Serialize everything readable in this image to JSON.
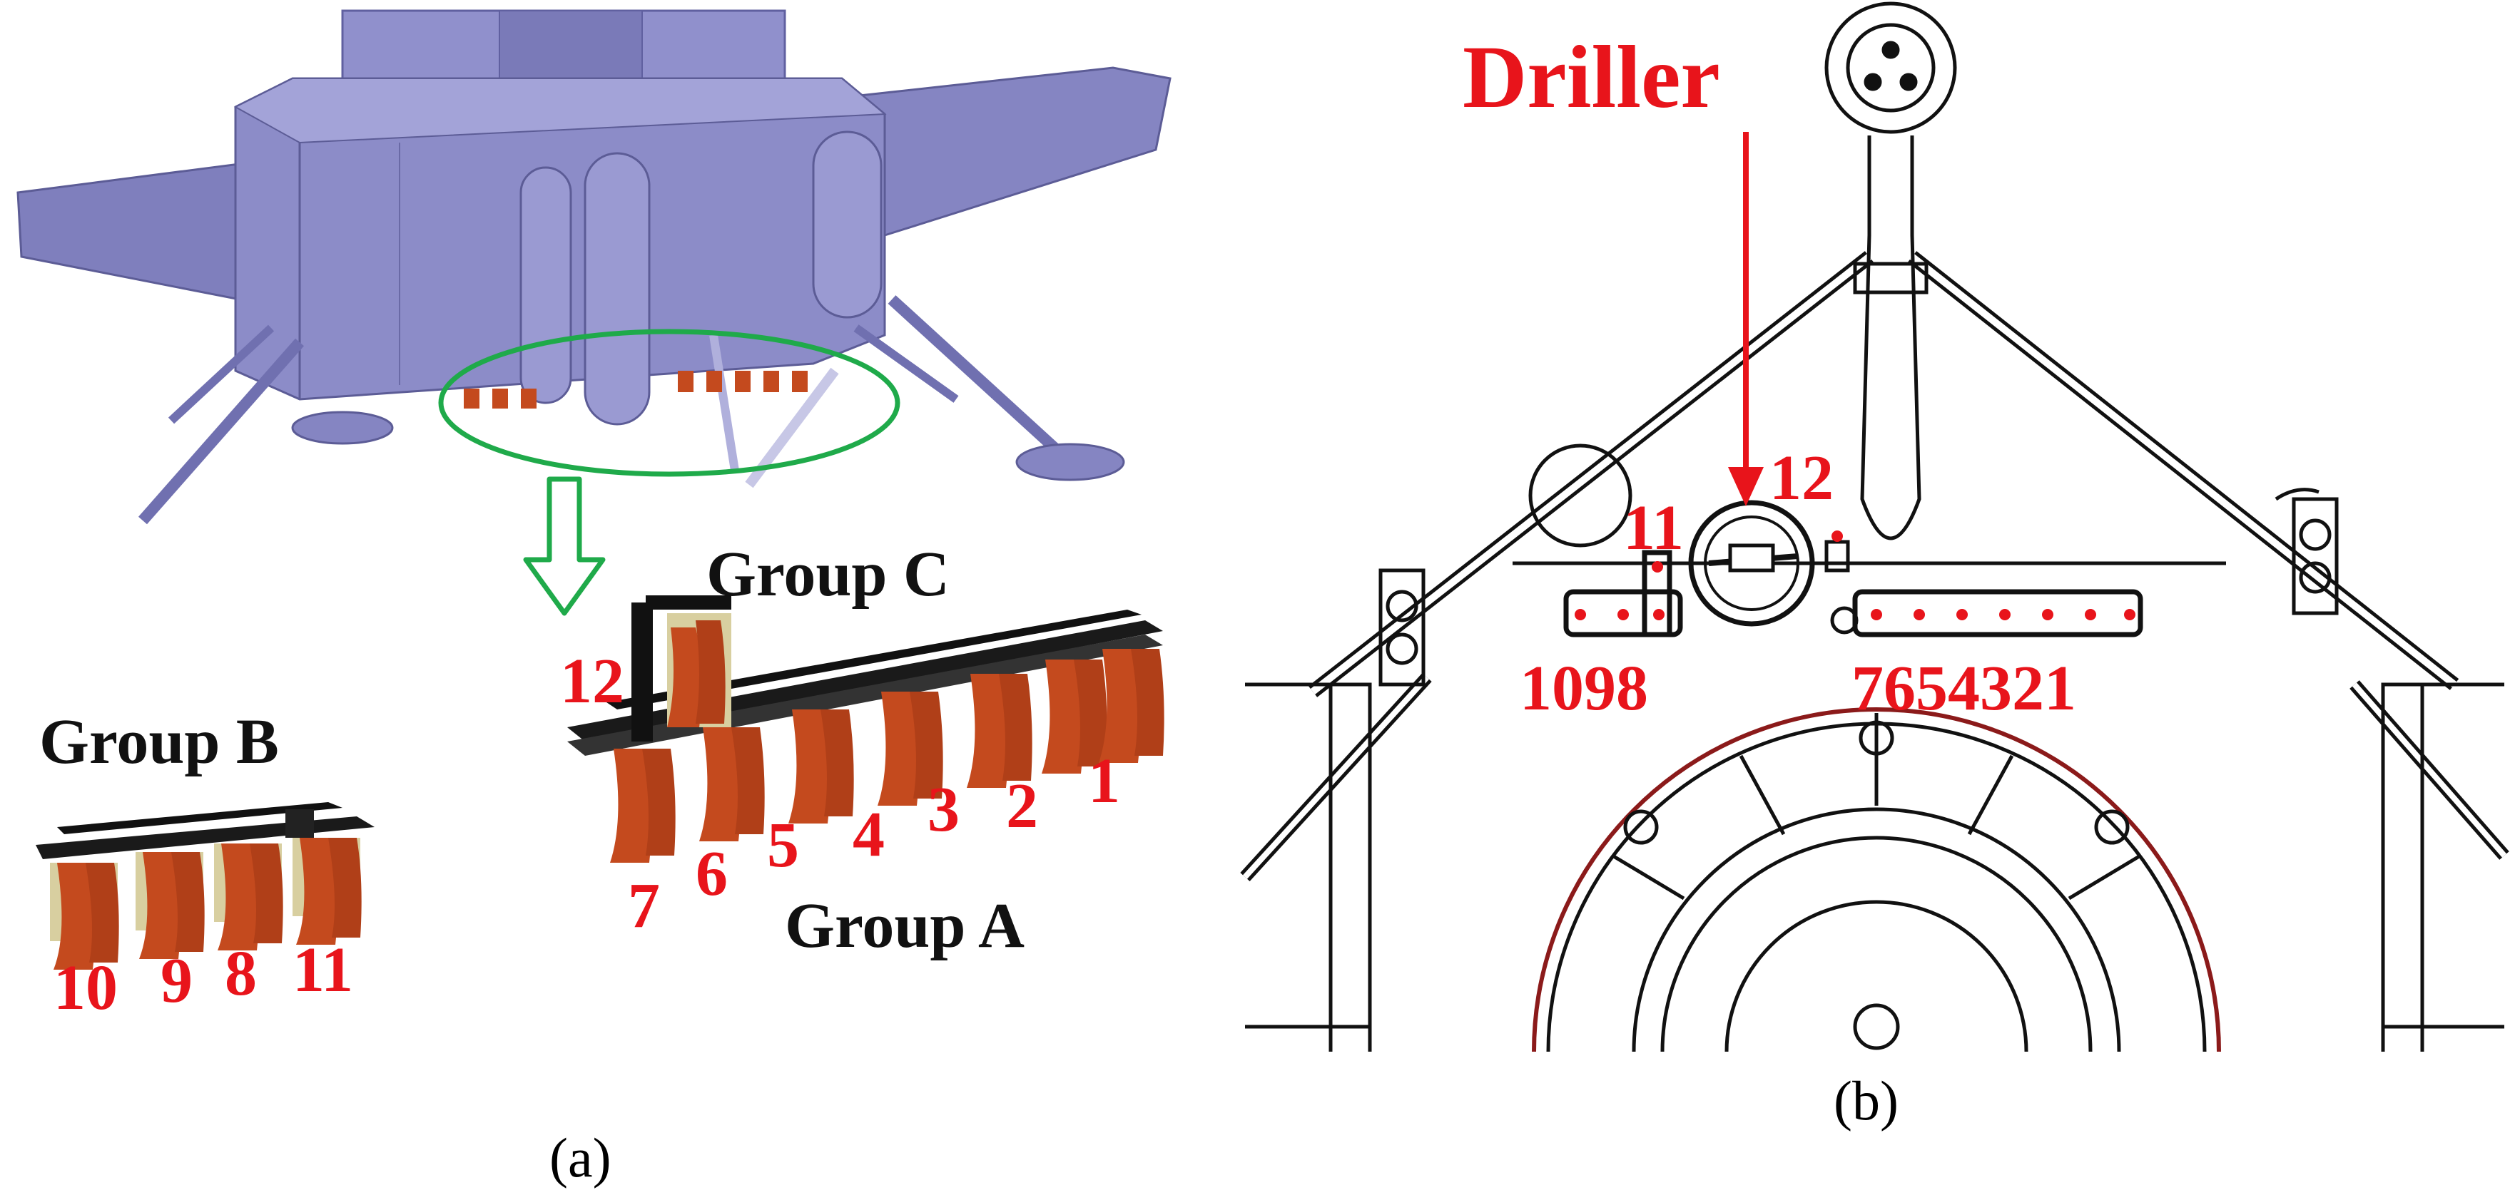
{
  "panel_a": {
    "group_a_label": "Group A",
    "group_b_label": "Group B",
    "group_c_label": "Group C",
    "group_a_numbers": [
      "1",
      "2",
      "3",
      "4",
      "5",
      "6",
      "7"
    ],
    "group_b_numbers": [
      "10",
      "9",
      "8",
      "11"
    ],
    "group_c_number": "12",
    "caption": "(a)"
  },
  "panel_b": {
    "driller_label": "Driller",
    "left_row_numbers": "1098",
    "right_row_numbers": "7654321",
    "label_11": "11",
    "label_12": "12",
    "caption": "(b)"
  },
  "colors": {
    "lander": "#8a8ac4",
    "lander_dark": "#6e6ea8",
    "highlight_ellipse": "#1faa4a",
    "sampler_orange": "#c44a1e",
    "sampler_tan": "#d8cfa0",
    "label_red": "#e8141b",
    "line_black": "#111111"
  }
}
